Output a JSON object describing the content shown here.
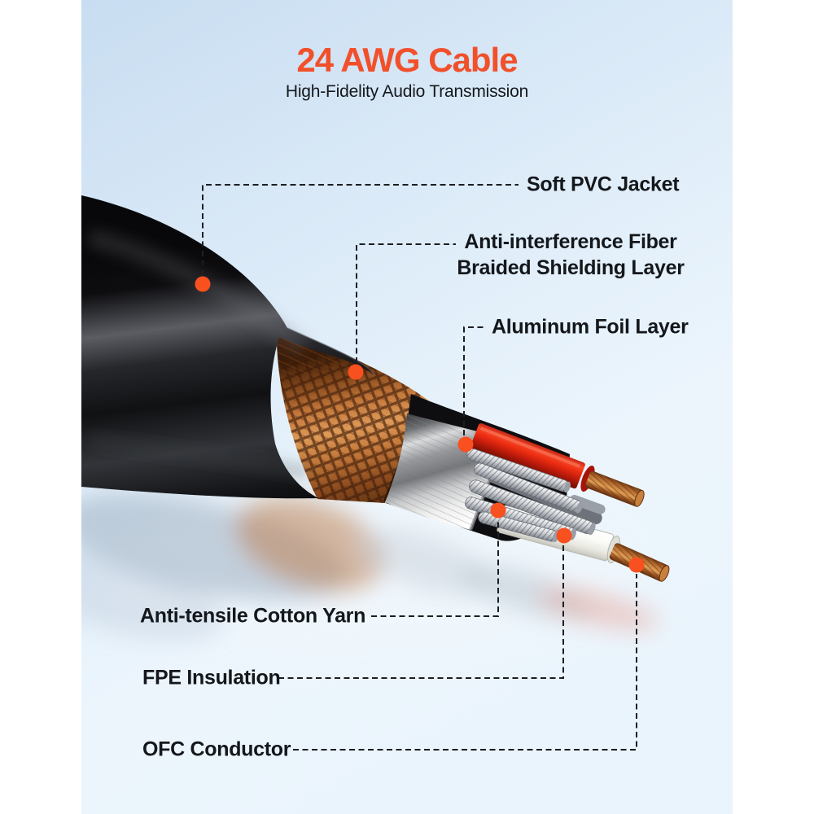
{
  "header": {
    "title": "24 AWG Cable",
    "subtitle": "High-Fidelity Audio Transmission"
  },
  "callouts": [
    {
      "id": "soft-pvc-jacket",
      "label": "Soft PVC Jacket"
    },
    {
      "id": "fiber-braided-shielding",
      "label": "Anti-interference Fiber Braided Shielding Layer",
      "line1": "Anti-interference Fiber",
      "line2": "Braided Shielding Layer"
    },
    {
      "id": "aluminum-foil-layer",
      "label": "Aluminum Foil Layer"
    },
    {
      "id": "anti-tensile-cotton-yarn",
      "label": "Anti-tensile Cotton Yarn"
    },
    {
      "id": "fpe-insulation",
      "label": "FPE Insulation"
    },
    {
      "id": "ofc-conductor",
      "label": "OFC Conductor"
    }
  ],
  "cable_parts": [
    "pvc-jacket",
    "fiber-braid-shield",
    "aluminum-foil",
    "cotton-yarn",
    "red-wire",
    "fpe-insulated-wire",
    "ofc-copper-conductor"
  ],
  "style": {
    "title_color": "#F1502B",
    "subtitle_color": "#15181C",
    "label_color": "#14171B",
    "line_color": "#1C1E22",
    "dot_color": "#F8501F",
    "bg_top": "#C8DDF1",
    "bg_mid": "#DFEDF9",
    "bg_bottom": "#E9F4FC",
    "page_bg": "#FFFFFF"
  }
}
